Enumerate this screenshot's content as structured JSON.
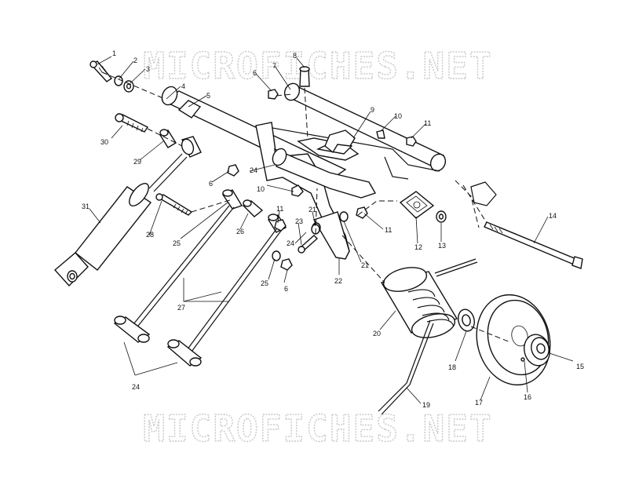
{
  "watermark": {
    "top_text": "MICROFICHES.NET",
    "bottom_text": "MICROFICHES.NET"
  },
  "callouts": {
    "c1": "1",
    "c2": "2",
    "c3": "3",
    "c4": "4",
    "c5": "5",
    "c6a": "6",
    "c7": "7",
    "c8": "8",
    "c9": "9",
    "c10a": "10",
    "c11a": "11",
    "c30": "30",
    "c29": "29",
    "c24a": "24",
    "c6b": "6",
    "c10b": "10",
    "c11b": "11",
    "c31": "31",
    "c28": "28",
    "c25a": "25",
    "c26": "26",
    "c21a": "21",
    "c23": "23",
    "c24b": "24",
    "c11c": "11",
    "c12": "12",
    "c13": "13",
    "c14": "14",
    "c21b": "21",
    "c25b": "25",
    "c6c": "6",
    "c22": "22",
    "c27": "27",
    "c20": "20",
    "c18": "18",
    "c15": "15",
    "c16": "16",
    "c17": "17",
    "c19": "19",
    "c24c": "24"
  }
}
